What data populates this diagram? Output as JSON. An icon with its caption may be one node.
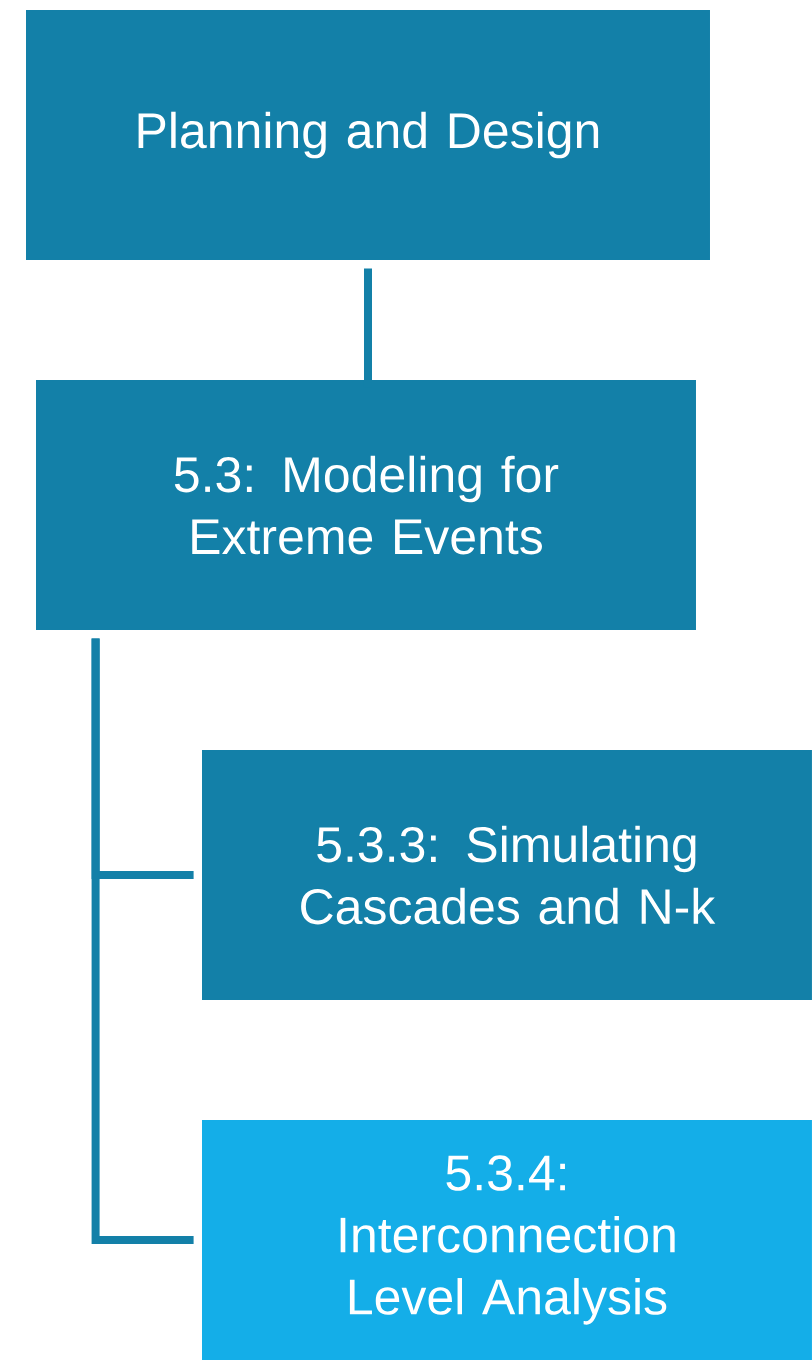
{
  "diagram": {
    "nodes": [
      {
        "text": [
          "Planning and Design"
        ]
      },
      {
        "text": [
          "5.3: Modeling for Extreme Events"
        ]
      },
      {
        "text": [
          "5.3.3: Simulating Cascades and N-k"
        ]
      },
      {
        "text": [
          "5.3.4: Interconnection Level Analysis"
        ]
      }
    ],
    "edges": [
      {
        "from": 0,
        "to": 1,
        "arrow": "none"
      },
      {
        "from": 1,
        "to": 2,
        "arrow": "none"
      },
      {
        "from": 1,
        "to": 3,
        "arrow": "none"
      }
    ]
  }
}
